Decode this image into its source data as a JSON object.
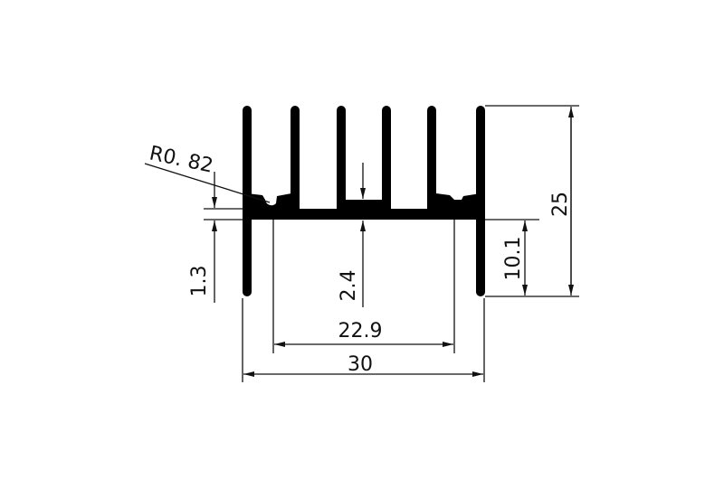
{
  "drawing": {
    "dimensions": {
      "height_total": "25",
      "height_lower": "10.1",
      "width_total": "30",
      "width_inner": "22.9",
      "base_thickness": "2.4",
      "step_thickness": "1.3",
      "radius": "R0. 82"
    },
    "color": "#000000"
  }
}
